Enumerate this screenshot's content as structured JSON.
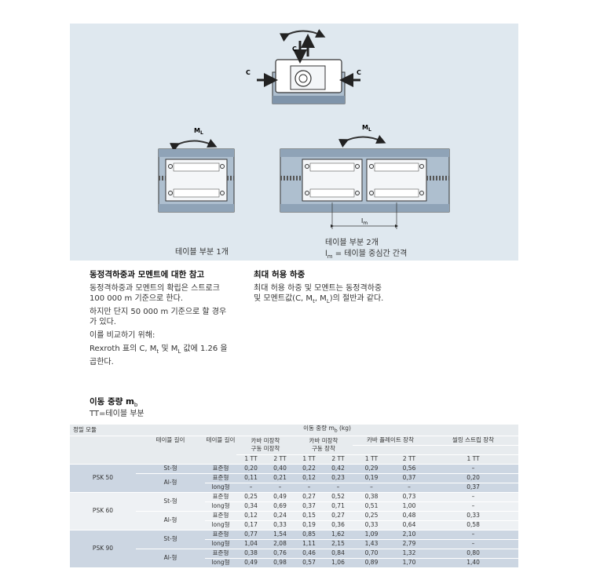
{
  "figure": {
    "force_label": "C",
    "moment_label": "M",
    "moment_sub": "L",
    "dim_label": "l",
    "dim_sub": "m",
    "caption_single": "테이블 부분 1개",
    "caption_double_line1": "테이블 부분 2개",
    "caption_double_sym": "l",
    "caption_double_sub": "m",
    "caption_double_rest": " = 테이블 중심간 간격"
  },
  "left_column": {
    "heading": "동정격하중과 모멘트에 대한 참고",
    "p1": "동정격하중과 모멘트의 확립은 스트로크 100 000 m 기준으로 한다.",
    "p2": "하지만 단지 50 000 m 기준으로 할 경우가 있다.",
    "p3": "이를 비교하기 위해:",
    "p4_a": "Rexroth 표의 C, M",
    "p4_sub1": "t",
    "p4_b": " 및 M",
    "p4_sub2": "L",
    "p4_c": " 값에 1.26 을 곱한다."
  },
  "right_column": {
    "heading": "최대 허용 하중",
    "p1_a": "최대 허용 하중 및 모멘트는 동정격하중 및 모멘트값(C, M",
    "p1_sub1": "t",
    "p1_b": ", M",
    "p1_sub2": "L",
    "p1_c": ")의 절반과 같다."
  },
  "mass": {
    "title": "이동 중량 m",
    "title_sub": "b",
    "note": "TT=테이블 부분"
  },
  "table": {
    "h_module": "정밀 모듈",
    "h_mass": "이동 중량 m",
    "h_mass_sub": "b",
    "h_mass_unit": " (kg)",
    "h_len1": "테이블 길이",
    "h_len2": "테이블 길이",
    "h_cover_none": "카바 미장착\n구동 미장착",
    "h_cover_drive": "카바 미장착\n구동 장착",
    "h_cover_plate": "카바 플레이트 장착",
    "h_seal": "씰링 스트립 장착",
    "tt1": "1 TT",
    "tt2": "2 TT",
    "rows": [
      {
        "module": "PSK 50",
        "type": "St-형",
        "len": "표준형",
        "v": [
          "0,20",
          "0,40",
          "0,22",
          "0,42",
          "0,29",
          "0,56",
          "–"
        ],
        "group": "g1"
      },
      {
        "module": "",
        "type": "Al-형",
        "len": "표준형",
        "v": [
          "0,11",
          "0,21",
          "0,12",
          "0,23",
          "0,19",
          "0,37",
          "0,20"
        ],
        "group": "g1"
      },
      {
        "module": "",
        "type": "",
        "len": "long형",
        "v": [
          "–",
          "–",
          "–",
          "–",
          "–",
          "–",
          "0,37"
        ],
        "group": "g1"
      },
      {
        "module": "PSK 60",
        "type": "St-형",
        "len": "표준형",
        "v": [
          "0,25",
          "0,49",
          "0,27",
          "0,52",
          "0,38",
          "0,73",
          "–"
        ],
        "group": "g2"
      },
      {
        "module": "",
        "type": "",
        "len": "long형",
        "v": [
          "0,34",
          "0,69",
          "0,37",
          "0,71",
          "0,51",
          "1,00",
          "–"
        ],
        "group": "g2"
      },
      {
        "module": "",
        "type": "Al-형",
        "len": "표준형",
        "v": [
          "0,12",
          "0,24",
          "0,15",
          "0,27",
          "0,25",
          "0,48",
          "0,33"
        ],
        "group": "g2"
      },
      {
        "module": "",
        "type": "",
        "len": "long형",
        "v": [
          "0,17",
          "0,33",
          "0,19",
          "0,36",
          "0,33",
          "0,64",
          "0,58"
        ],
        "group": "g2"
      },
      {
        "module": "PSK 90",
        "type": "St-형",
        "len": "표준형",
        "v": [
          "0,77",
          "1,54",
          "0,85",
          "1,62",
          "1,09",
          "2,10",
          "–"
        ],
        "group": "g3"
      },
      {
        "module": "",
        "type": "",
        "len": "long형",
        "v": [
          "1,04",
          "2,08",
          "1,11",
          "2,15",
          "1,43",
          "2,79",
          "–"
        ],
        "group": "g3"
      },
      {
        "module": "",
        "type": "Al-형",
        "len": "표준형",
        "v": [
          "0,38",
          "0,76",
          "0,46",
          "0,84",
          "0,70",
          "1,32",
          "0,80"
        ],
        "group": "g3"
      },
      {
        "module": "",
        "type": "",
        "len": "long형",
        "v": [
          "0,49",
          "0,98",
          "0,57",
          "1,06",
          "0,89",
          "1,70",
          "1,40"
        ],
        "group": "g3"
      }
    ]
  }
}
